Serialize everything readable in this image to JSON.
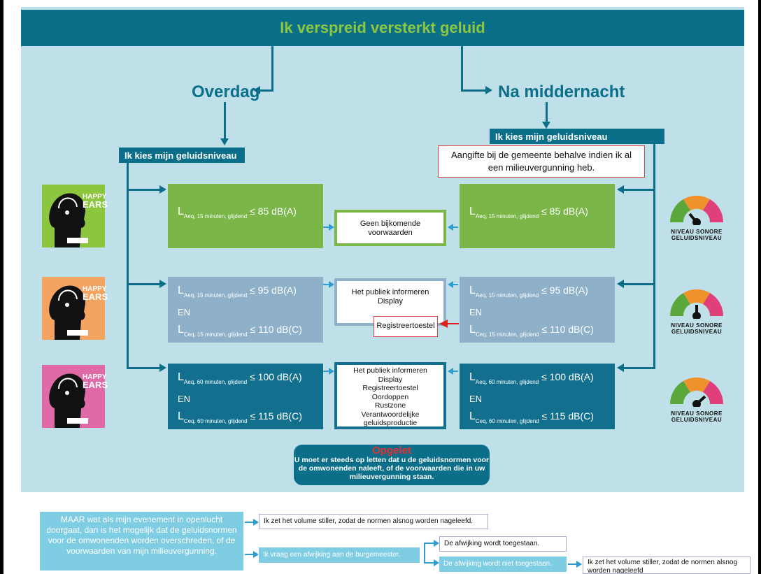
{
  "title": "Ik verspreid versterkt geluid",
  "day_heading": "Overdag",
  "night_heading": "Na middernacht",
  "choose_level_day": "Ik kies mijn geluidsniveau",
  "choose_level_night": "Ik kies mijn geluidsniveau",
  "night_note": "Aangifte bij de gemeente behalve indien ik al een milieuvergunning heb.",
  "levels": [
    {
      "left": {
        "l1": "L",
        "s1": "Aeq, 15 minuten, glijdend",
        "v1": " ≤ 85 dB(A)"
      },
      "right": {
        "l1": "L",
        "s1": "Aeq, 15 minuten, glijdend",
        "v1": " ≤ 85 dB(A)"
      },
      "conditions": "Geen bijkomende voorwaarden"
    },
    {
      "left": {
        "l1": "L",
        "s1": "Aeq, 15 minuten, glijdend",
        "v1": " ≤ 95 dB(A)",
        "en": "EN",
        "l2": "L",
        "s2": "Ceq, 15 minuten, glijdend",
        "v2": " ≤ 110 dB(C)"
      },
      "right": {
        "l1": "L",
        "s1": "Aeq, 15 minuten, glijdend",
        "v1": " ≤ 95 dB(A)",
        "en": "EN",
        "l2": "L",
        "s2": "Ceq, 15 minuten, glijdend",
        "v2": " ≤ 110 dB(C)"
      },
      "conditions": "Het publiek informeren\nDisplay",
      "night_extra": "Registreertoestel"
    },
    {
      "left": {
        "l1": "L",
        "s1": "Aeq, 60 minuten, glijdend",
        "v1": " ≤ 100 dB(A)",
        "en": "EN",
        "l2": "L",
        "s2": "Ceq, 60 minuten, glijdend",
        "v2": " ≤ 115 dB(C)"
      },
      "right": {
        "l1": "L",
        "s1": "Aeq, 60 minuten, glijdend",
        "v1": " ≤ 100 dB(A)",
        "en": "EN",
        "l2": "L",
        "s2": "Ceq, 60 minuten, glijdend",
        "v2": " ≤ 115 dB(C)"
      },
      "conditions": "Het publiek informeren\nDisplay\nRegistreertoestel\nOordoppen\nRustzone\nVerantwoordelijke\ngeluidsproductie"
    }
  ],
  "poster_text": [
    "HAPPY",
    "EARS"
  ],
  "poster_colors": [
    "#8cc63f",
    "#f4a460",
    "#e06aa8"
  ],
  "gauge": {
    "segments": [
      "85 dB",
      "95 dB",
      "100 dB"
    ],
    "caption_line1": "NIVEAU SONORE",
    "caption_line2": "GELUIDSNIVEAU"
  },
  "warning": {
    "title": "Opgelet",
    "text": "U moet er steeds op letten dat u de geluidsnormen voor de omwonenden naleeft, of de voorwaarden die in uw milieuvergunning staan."
  },
  "bottom": {
    "question": "MAAR wat als mijn evenement in openlucht doorgaat, dan is het mogelijk dat de geluidsnormen voor de omwonenden worden overschreden, of de voorwaarden van mijn milieuvergunning.",
    "option1": "Ik zet het volume stiller, zodat de normen alsnog worden nageleefd.",
    "option2": "Ik vraag een afwijking aan de burgemeester.",
    "granted": "De afwijking wordt toegestaan.",
    "not_granted": "De afwijking wordt niet toegestaan.",
    "final": "Ik zet het volume stiller, zodat de normen alsnog worden nageleefd"
  },
  "colors": {
    "teal": "#0b6f8a",
    "green": "#7ab648",
    "grey": "#8eb0c8",
    "dark_teal": "#126f8e",
    "panel": "#bfe0e8",
    "red": "#e63030"
  }
}
